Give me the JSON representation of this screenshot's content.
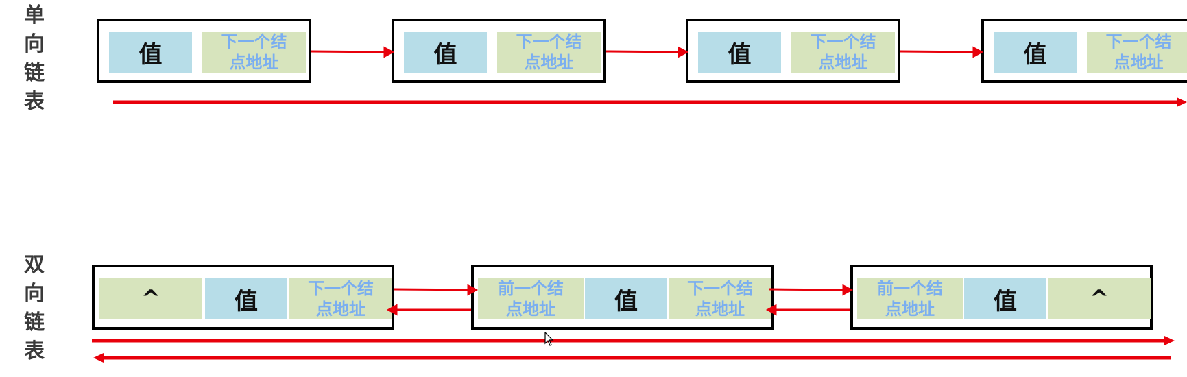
{
  "singly": {
    "title": [
      "单",
      "向",
      "链",
      "表"
    ],
    "nodes": [
      {
        "value": "值",
        "next": "下一个结点地址"
      },
      {
        "value": "值",
        "next": "下一个结点地址"
      },
      {
        "value": "值",
        "next": "下一个结点地址"
      },
      {
        "value": "值",
        "next": "下一个结点地址"
      }
    ]
  },
  "doubly": {
    "title": [
      "双",
      "向",
      "链",
      "表"
    ],
    "nodes": [
      {
        "prev": "^",
        "value": "值",
        "next": "下一个结点地址"
      },
      {
        "prev": "前一个结点地址",
        "value": "值",
        "next": "下一个结点地址"
      },
      {
        "prev": "前一个结点地址",
        "value": "值",
        "next": "^"
      }
    ]
  },
  "colors": {
    "arrow": "#e8000b",
    "value_cell": "#b7dde8",
    "pointer_cell": "#d7e4bd",
    "pointer_text": "#7aaef0"
  }
}
